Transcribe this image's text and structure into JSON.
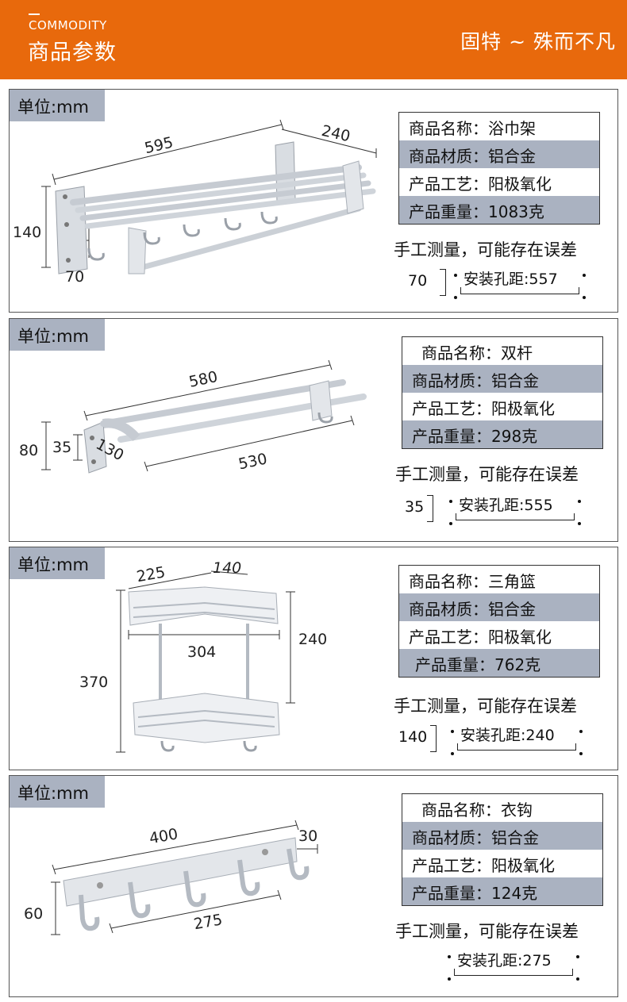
{
  "header": {
    "en_title": "COMMODITY",
    "cn_title": "商品参数",
    "slogan": "固特 ~ 殊而不凡"
  },
  "unit_label": "单位:mm",
  "products": [
    {
      "specs": [
        "商品名称：浴巾架",
        "商品材质：铝合金",
        "产品工艺：阳极氧化",
        "产品重量：1083克"
      ],
      "note": "手工测量，可能存在误差",
      "hole_offset": "70",
      "hole_label": "安装孔距:557",
      "dims": {
        "length": "595",
        "depth": "240",
        "height": "140",
        "base": "70"
      }
    },
    {
      "specs": [
        "商品名称：双杆",
        "商品材质：铝合金",
        "产品工艺：阳极氧化",
        "产品重量：298克"
      ],
      "note": "手工测量，可能存在误差",
      "hole_offset": "35",
      "hole_label": "安装孔距:555",
      "dims": {
        "length": "580",
        "depth": "130",
        "height": "80",
        "base": "35",
        "inner": "530"
      }
    },
    {
      "specs": [
        "商品名称：三角篮",
        "商品材质：铝合金",
        "产品工艺：阳极氧化",
        "产品重量：762克"
      ],
      "note": "手工测量，可能存在误差",
      "hole_offset": "140",
      "hole_label": "安装孔距:240",
      "dims": {
        "side": "225",
        "front": "140",
        "width": "304",
        "height": "370",
        "spacing": "240"
      }
    },
    {
      "specs": [
        "商品名称：衣钩",
        "商品材质：铝合金",
        "产品工艺：阳极氧化",
        "产品重量：124克"
      ],
      "note": "手工测量，可能存在误差",
      "hole_offset": "",
      "hole_label": "安装孔距:275",
      "dims": {
        "length": "400",
        "hook": "30",
        "height": "60",
        "inner": "275"
      }
    }
  ]
}
